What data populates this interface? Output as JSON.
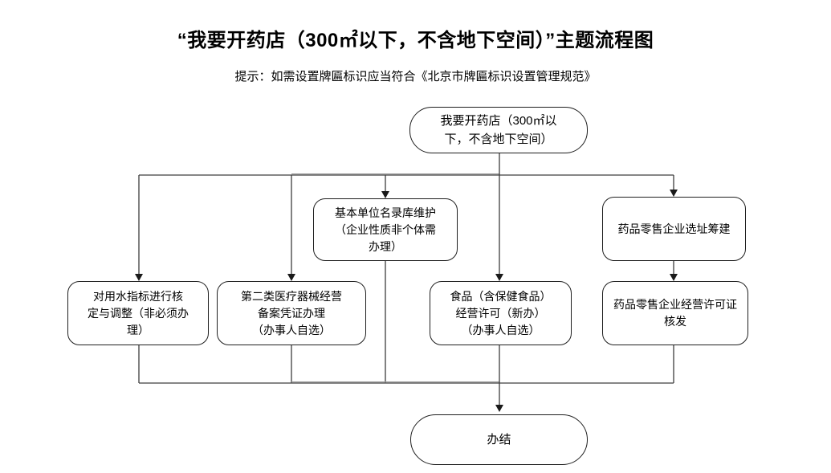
{
  "page": {
    "title": "“我要开药店（300㎡以下，不含地下空间）”主题流程图",
    "subtitle": "提示：如需设置牌匾标识应当符合《北京市牌匾标识设置管理规范》"
  },
  "nodes": {
    "start": "我要开药店（300㎡以\n下，不含地下空间）",
    "base_directory": "基本单位名录库维护\n（企业性质非个体需\n办理）",
    "site_selection": "药品零售企业选址筹建",
    "water_index": "对用水指标进行核\n定与调整（非必须办\n理）",
    "medical_device": "第二类医疗器械经营\n备案凭证办理\n（办事人自选）",
    "food_license": "食品（含保健食品）\n经营许可（新办）\n（办事人自选）",
    "drug_license": "药品零售企业经营许可证\n核发",
    "end": "办结"
  },
  "colors": {
    "background": "#ffffff",
    "text": "#000000",
    "node_border": "#1f1f1f",
    "connector_line": "#3d3d3d",
    "arrowhead": "#1a1a1a"
  }
}
